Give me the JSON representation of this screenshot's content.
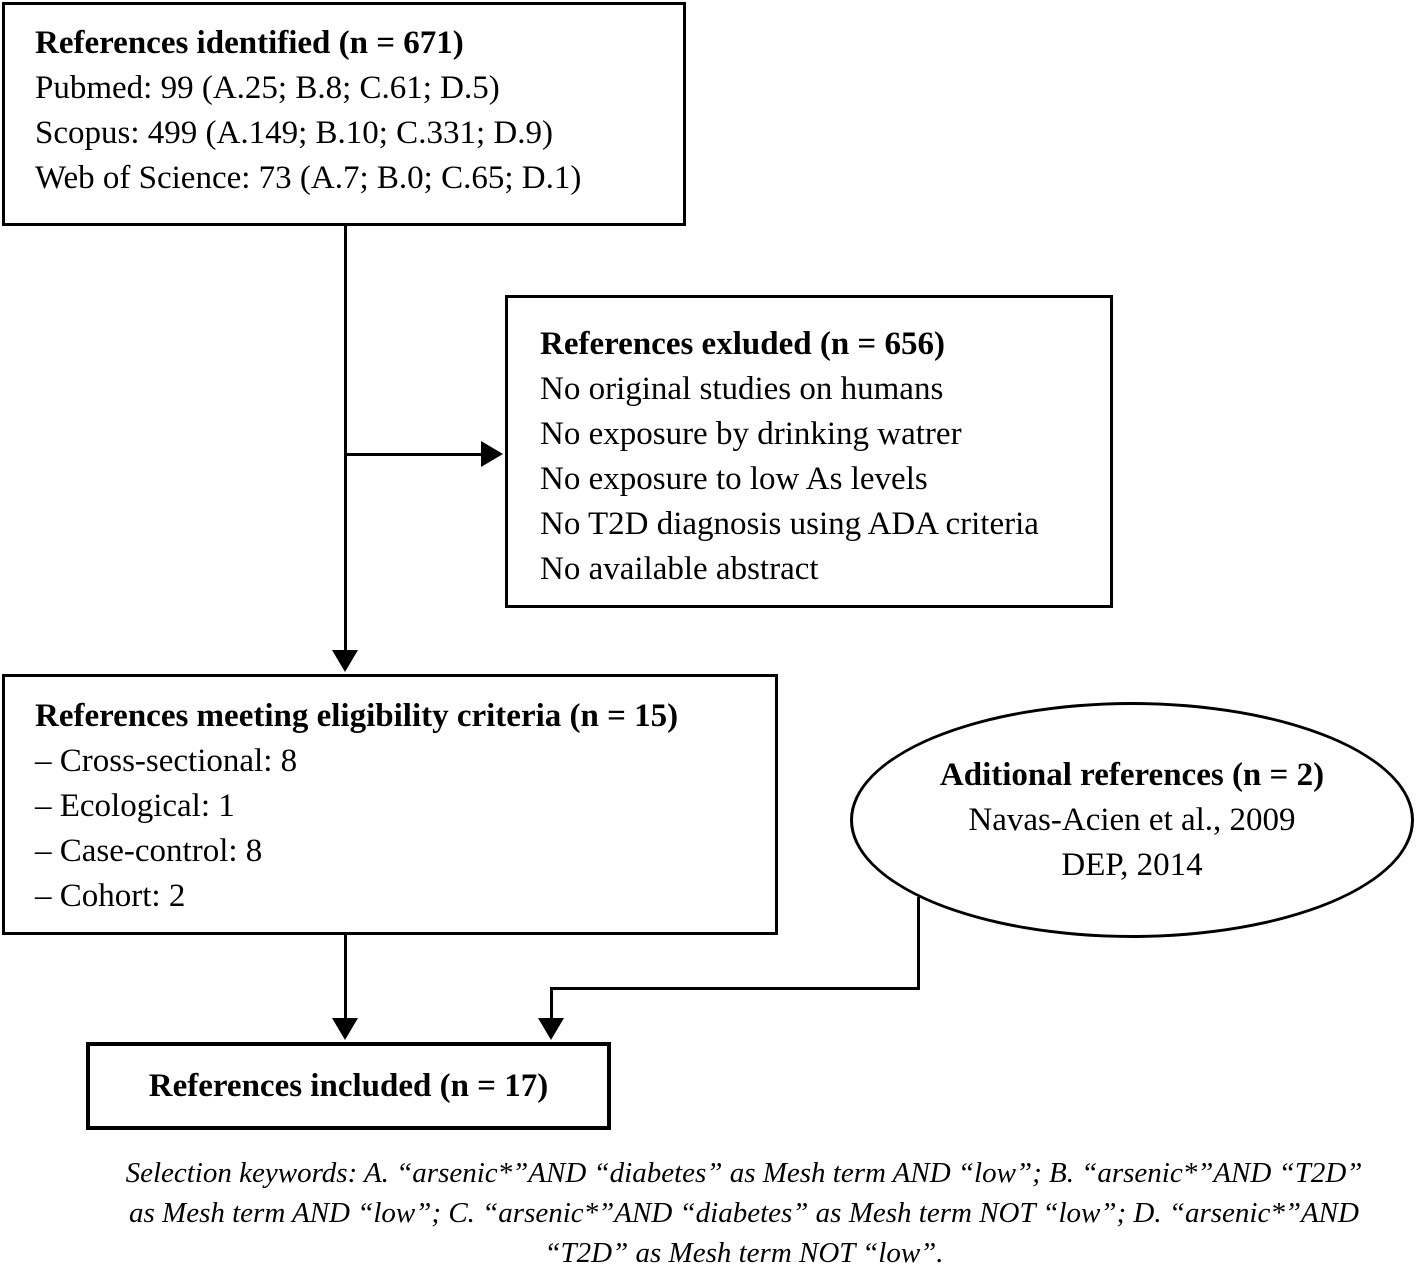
{
  "boxes": {
    "identified": {
      "title": "References identified (n = 671)",
      "lines": [
        "Pubmed: 99 (A.25; B.8; C.61; D.5)",
        "Scopus: 499 (A.149; B.10; C.331; D.9)",
        "Web of Science: 73 (A.7; B.0; C.65; D.1)"
      ]
    },
    "excluded": {
      "title": "References exluded (n = 656)",
      "lines": [
        "No original studies on humans",
        "No exposure by drinking watrer",
        "No exposure to low As levels",
        "No T2D diagnosis using ADA criteria",
        "No available abstract"
      ]
    },
    "eligibility": {
      "title": "References meeting eligibility criteria (n = 15)",
      "lines": [
        "– Cross-sectional: 8",
        "– Ecological: 1",
        "– Case-control: 8",
        "– Cohort: 2"
      ]
    },
    "additional": {
      "title": "Aditional references (n = 2)",
      "lines": [
        "Navas-Acien et al., 2009",
        "DEP, 2014"
      ]
    },
    "included": {
      "title": "References included (n = 17)"
    }
  },
  "caption": {
    "lines": [
      "Selection keywords: A. “arsenic*”AND “diabetes” as Mesh term AND “low”; B. “arsenic*”AND “T2D”",
      "as Mesh term AND “low”; C. “arsenic*”AND “diabetes” as Mesh term NOT “low”; D. “arsenic*”AND",
      "“T2D” as Mesh term NOT “low”."
    ]
  },
  "colors": {
    "line": "#000000",
    "background": "#ffffff"
  }
}
